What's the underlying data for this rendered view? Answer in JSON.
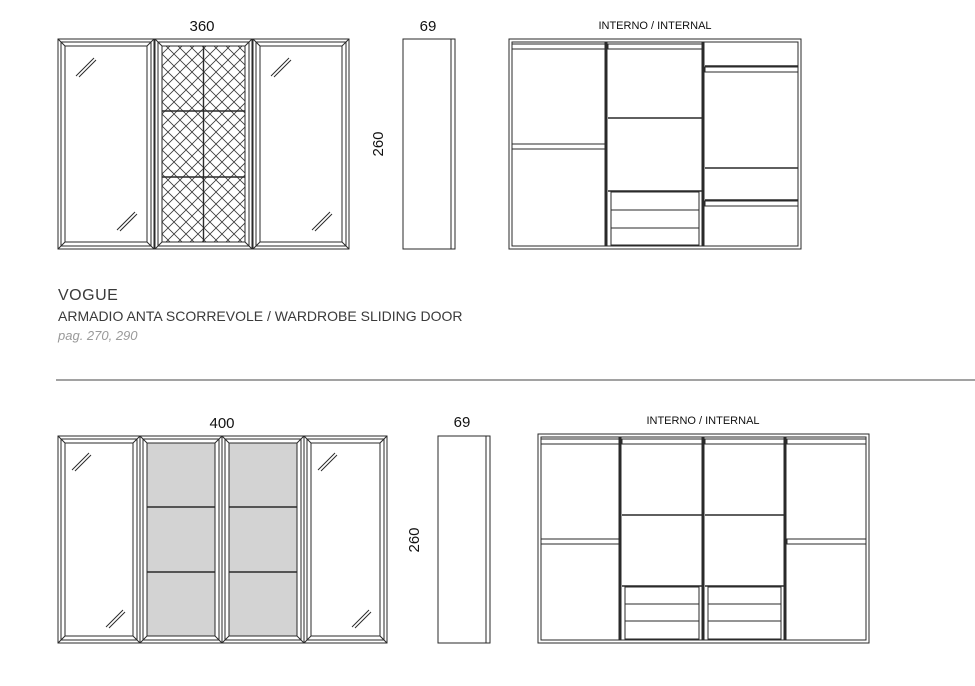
{
  "colors": {
    "line": "#2a2a2a",
    "panel": "#d3d3d3",
    "background": "#ffffff"
  },
  "top_drawing": {
    "width_label": "360",
    "depth_label": "69",
    "height_label": "260",
    "interior_label": "INTERNO / INTERNAL"
  },
  "caption": {
    "name": "VOGUE",
    "description": "ARMADIO ANTA SCORREVOLE / WARDROBE SLIDING DOOR",
    "pages": "pag. 270, 290"
  },
  "bottom_drawing": {
    "width_label": "400",
    "depth_label": "69",
    "height_label": "260",
    "interior_label": "INTERNO / INTERNAL"
  }
}
